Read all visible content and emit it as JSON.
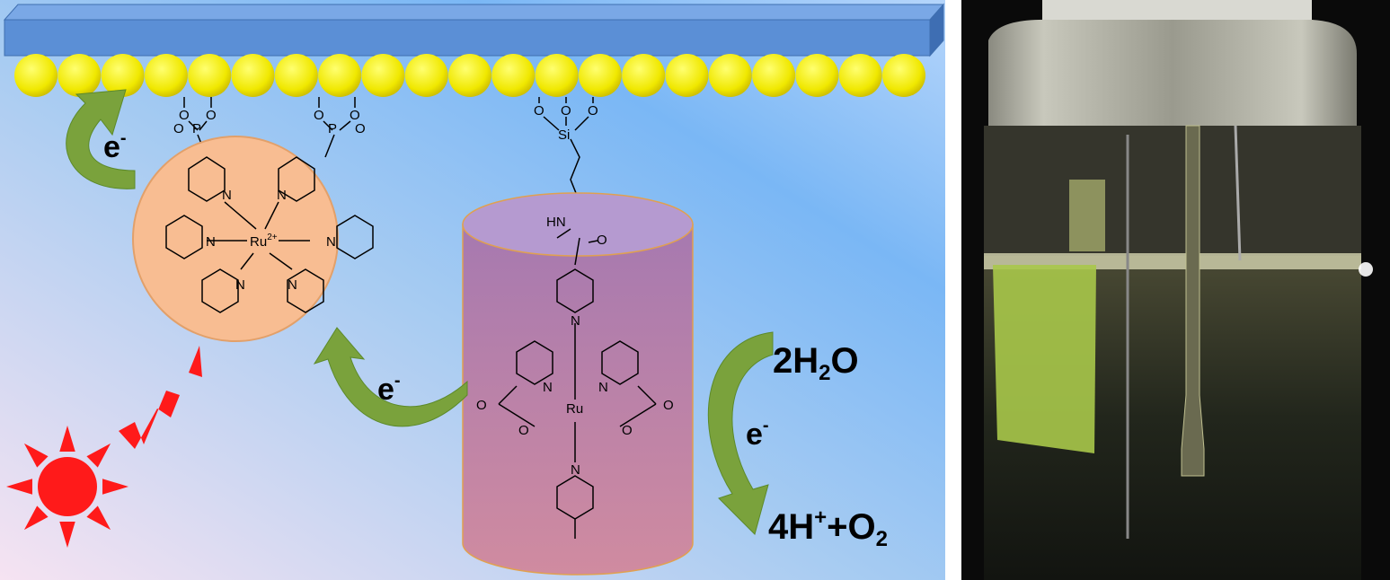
{
  "scheme": {
    "electron_label": "e",
    "electron_sup": "-",
    "water": {
      "a": "2H",
      "sub": "2",
      "b": "O"
    },
    "products": {
      "a": "4H",
      "sup": "+",
      "b": "+O",
      "sub": "2"
    },
    "chem": {
      "phosphonate_P": "P",
      "oxygen": "O",
      "silicon": "Si",
      "amide_nh": "HN",
      "nitrogen": "N",
      "ru_photosensitizer": "Ru",
      "ru_charge": "2+",
      "ru_catalyst": "Ru"
    }
  },
  "colors": {
    "electrode_bar": "#5b8fd6",
    "nanoparticle": "#f2ee00",
    "photosensitizer": "#f8bd92",
    "catalyst_cylinder": "#b07aa8",
    "arrow": "#7aa23c",
    "sun": "#ff1a1a"
  }
}
